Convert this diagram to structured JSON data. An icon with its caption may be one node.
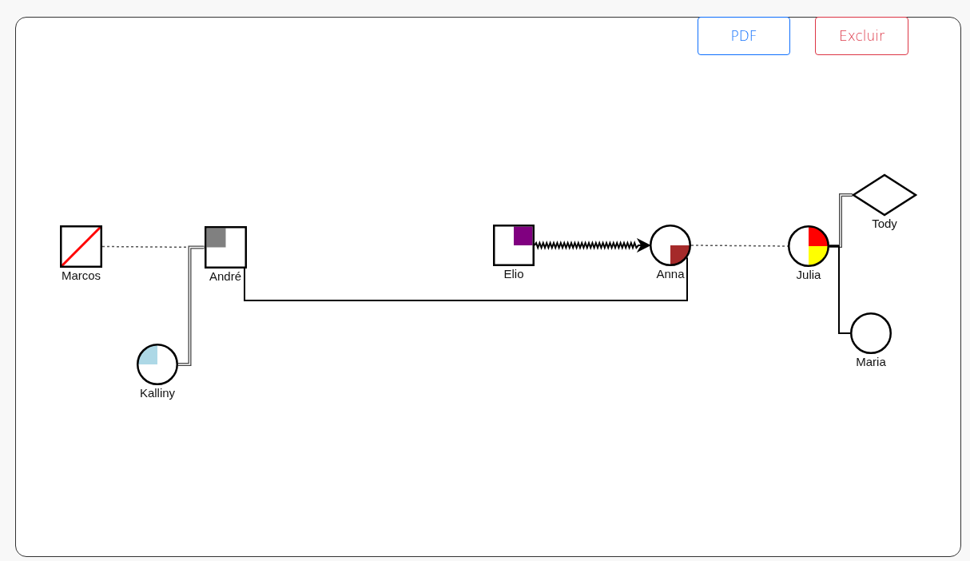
{
  "diagram": {
    "nodes": [
      {
        "text": [
          "Marcos"
        ]
      },
      {
        "text": [
          "André"
        ]
      },
      {
        "text": [
          "Kalliny"
        ]
      },
      {
        "text": [
          "Elio"
        ]
      },
      {
        "text": [
          "Anna"
        ]
      },
      {
        "text": [
          "Julia"
        ]
      },
      {
        "text": [
          "Tody"
        ]
      },
      {
        "text": [
          "Maria"
        ]
      }
    ],
    "edges": [
      {
        "from": 0,
        "to": 1,
        "arrow": "none",
        "style": "dashed"
      },
      {
        "from": 1,
        "to": 2,
        "arrow": "none",
        "style": "thick"
      },
      {
        "from": 1,
        "to": 4,
        "arrow": "none"
      },
      {
        "from": 3,
        "to": 4,
        "arrow": "to"
      },
      {
        "from": 4,
        "to": 5,
        "arrow": "none",
        "style": "dashed"
      },
      {
        "from": 5,
        "to": 6,
        "arrow": "none",
        "style": "thick"
      },
      {
        "from": 5,
        "to": 7,
        "arrow": "none"
      }
    ],
    "labels": [
      "PDF",
      "Excluir"
    ]
  }
}
